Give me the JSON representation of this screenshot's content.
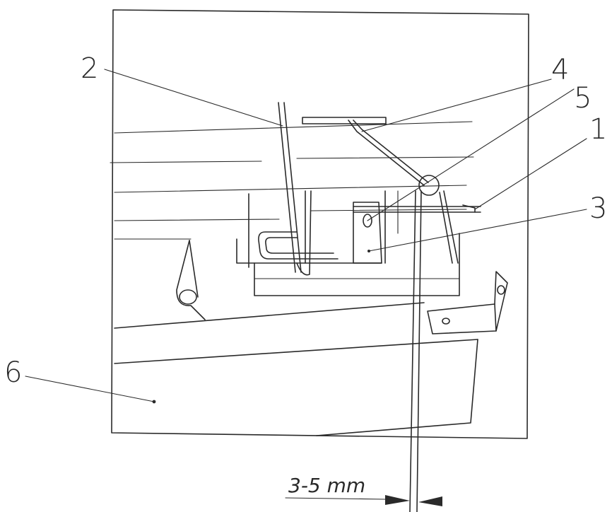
{
  "callouts": [
    {
      "id": "2",
      "label": "2"
    },
    {
      "id": "4",
      "label": "4"
    },
    {
      "id": "5",
      "label": "5"
    },
    {
      "id": "1",
      "label": "1"
    },
    {
      "id": "3",
      "label": "3"
    },
    {
      "id": "6",
      "label": "6"
    }
  ],
  "dimension": {
    "label": "3-5 mm"
  },
  "colors": {
    "ink": "#2a2a2a",
    "paper": "#ffffff"
  }
}
